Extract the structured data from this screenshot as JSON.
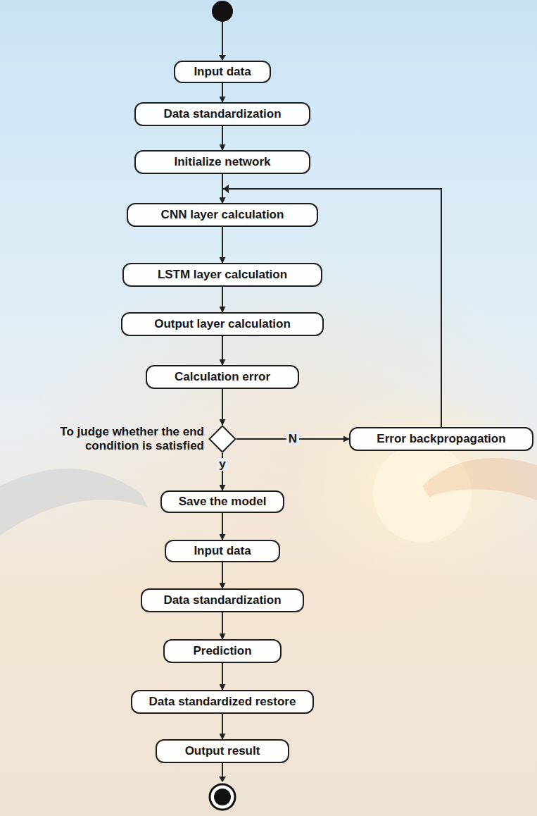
{
  "diagram": {
    "nodes": [
      {
        "text": [
          "Input data"
        ]
      },
      {
        "text": [
          "Data standardization"
        ]
      },
      {
        "text": [
          "Initialize network"
        ]
      },
      {
        "text": [
          "CNN layer calculation"
        ]
      },
      {
        "text": [
          "LSTM layer calculation"
        ]
      },
      {
        "text": [
          "Output layer calculation"
        ]
      },
      {
        "text": [
          "Calculation error"
        ]
      },
      {
        "text": [
          "To judge whether the end condition is satisfied"
        ]
      },
      {
        "text": [
          "Error backpropagation"
        ]
      },
      {
        "text": [
          "Save the model"
        ]
      },
      {
        "text": [
          "Input data"
        ]
      },
      {
        "text": [
          "Data standardization"
        ]
      },
      {
        "text": [
          "Prediction"
        ]
      },
      {
        "text": [
          "Data standardized restore"
        ]
      },
      {
        "text": [
          "Output result"
        ]
      }
    ],
    "edges": [
      {
        "from": 0,
        "to": 1,
        "arrow": "to"
      },
      {
        "from": 1,
        "to": 2,
        "arrow": "to"
      },
      {
        "from": 2,
        "to": 3,
        "arrow": "to"
      },
      {
        "from": 3,
        "to": 4,
        "arrow": "to"
      },
      {
        "from": 4,
        "to": 5,
        "arrow": "to"
      },
      {
        "from": 5,
        "to": 6,
        "arrow": "to"
      },
      {
        "from": 6,
        "to": 7,
        "arrow": "to"
      },
      {
        "from": 7,
        "to": 8,
        "label": "N",
        "arrow": "to"
      },
      {
        "from": 8,
        "to": 3,
        "arrow": "to"
      },
      {
        "from": 7,
        "to": 9,
        "label": "y",
        "arrow": "to"
      },
      {
        "from": 9,
        "to": 10,
        "arrow": "to"
      },
      {
        "from": 10,
        "to": 11,
        "arrow": "to"
      },
      {
        "from": 11,
        "to": 12,
        "arrow": "to"
      },
      {
        "from": 12,
        "to": 13,
        "arrow": "to"
      },
      {
        "from": 13,
        "to": 14,
        "arrow": "to"
      }
    ]
  }
}
